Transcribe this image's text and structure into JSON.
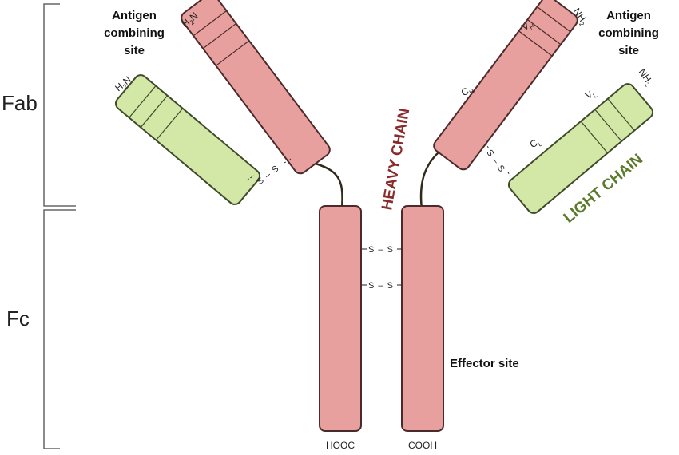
{
  "colors": {
    "heavy_fill": "#e8a09e",
    "heavy_stroke": "#4a2a2a",
    "light_fill": "#d3e7a6",
    "light_stroke": "#3e4a2a",
    "heavy_label": "#8b2a2a",
    "light_label": "#5b7a2a",
    "bracket": "#666666"
  },
  "regions": {
    "fab": "Fab",
    "fc": "Fc"
  },
  "labels": {
    "antigen_site_left": [
      "Antigen",
      "combining",
      "site"
    ],
    "antigen_site_right": [
      "Antigen",
      "combining",
      "site"
    ],
    "effector_site": "Effector site",
    "heavy_chain": "HEAVY CHAIN",
    "light_chain": "LIGHT CHAIN",
    "hooc": "HOOC",
    "cooh": "COOH"
  },
  "termini": {
    "h2n_main": "H",
    "h2n_sub": "2",
    "h2n_end": "N",
    "nh2_main": "NH",
    "nh2_sub": "2"
  },
  "domains": {
    "vh_main": "V",
    "vh_sub": "H",
    "ch_main": "C",
    "ch_sub": "H",
    "vl_main": "V",
    "vl_sub": "L",
    "cl_main": "C",
    "cl_sub": "L"
  },
  "bonds": {
    "disulfide": "S – S"
  }
}
